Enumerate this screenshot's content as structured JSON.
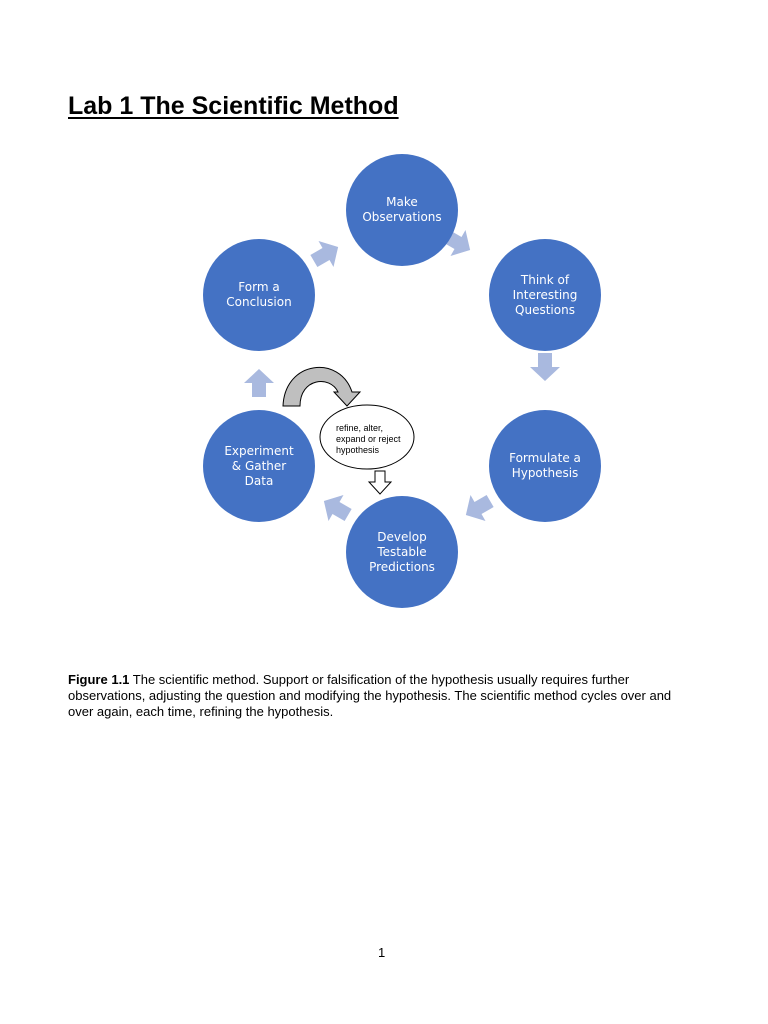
{
  "document": {
    "title": "Lab 1 The Scientific Method",
    "page_number": "1"
  },
  "diagram": {
    "cycle_steps": [
      {
        "id": "make-observations",
        "label": "Make\nObservations"
      },
      {
        "id": "think-questions",
        "label": "Think of\nInteresting\nQuestions"
      },
      {
        "id": "formulate-hypothesis",
        "label": "Formulate a\nHypothesis"
      },
      {
        "id": "develop-predictions",
        "label": "Develop\nTestable\nPredictions"
      },
      {
        "id": "experiment-data",
        "label": "Experiment\n& Gather\nData"
      },
      {
        "id": "form-conclusion",
        "label": "Form a\nConclusion"
      }
    ],
    "feedback_note": "refine, alter,\nexpand or reject\nhypothesis",
    "colors": {
      "node_fill": "#4472c4",
      "arrow_fill": "#a9b9df",
      "curved_arrow_fill": "#bfbfbf"
    }
  },
  "caption": {
    "label": "Figure 1.1",
    "text": " The scientific method. Support or falsification of the hypothesis usually requires further observations, adjusting the question and modifying the hypothesis. The scientific method cycles over and over again, each time, refining the hypothesis."
  }
}
